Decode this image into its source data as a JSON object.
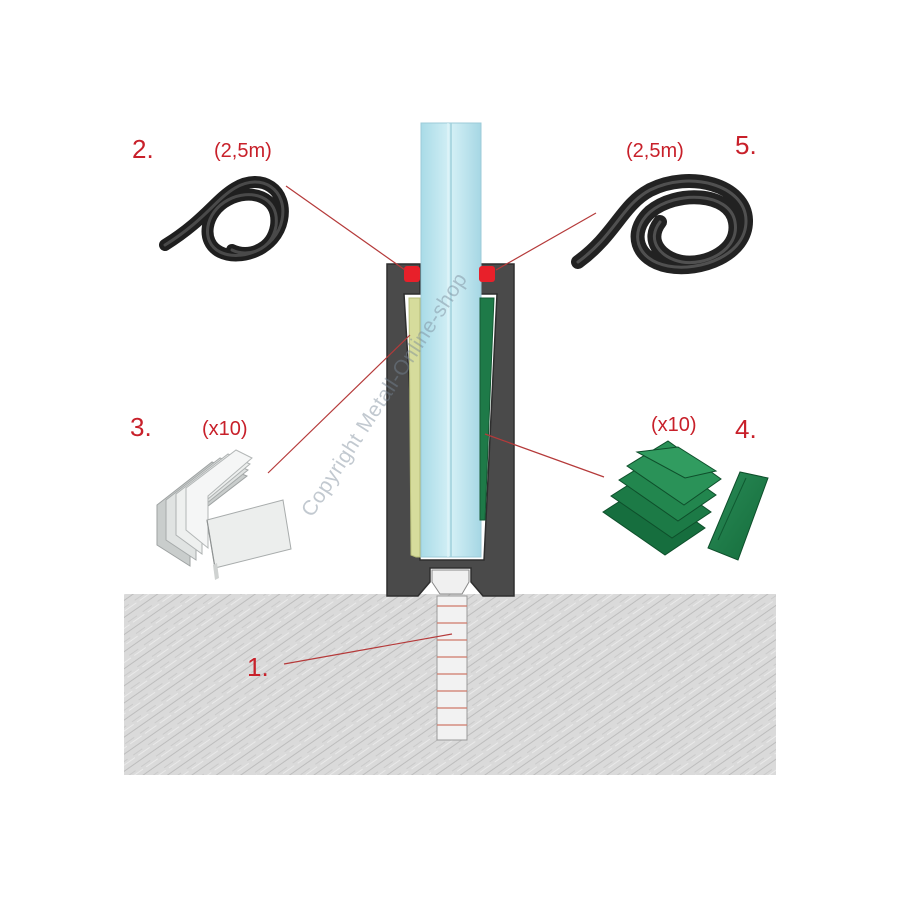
{
  "labels": {
    "item1": "1.",
    "item2": "2.",
    "item3": "3.",
    "item4": "4.",
    "item5": "5.",
    "qty_gasket_left": "(2,5m)",
    "qty_gasket_right": "(2,5m)",
    "qty_shims": "(x10)",
    "qty_wedges": "(x10)"
  },
  "watermark": "Copyright Metall-Online-shop",
  "colors": {
    "label_red": "#c8202a",
    "profile": "#4a4a4a",
    "glass": "#bfe6ef",
    "shim": "#d6dc9c",
    "wedge": "#1e7a48",
    "gasket": "#2a2a2a",
    "gasket_highlight": "#e8202a",
    "concrete": "#d9d9d9"
  }
}
